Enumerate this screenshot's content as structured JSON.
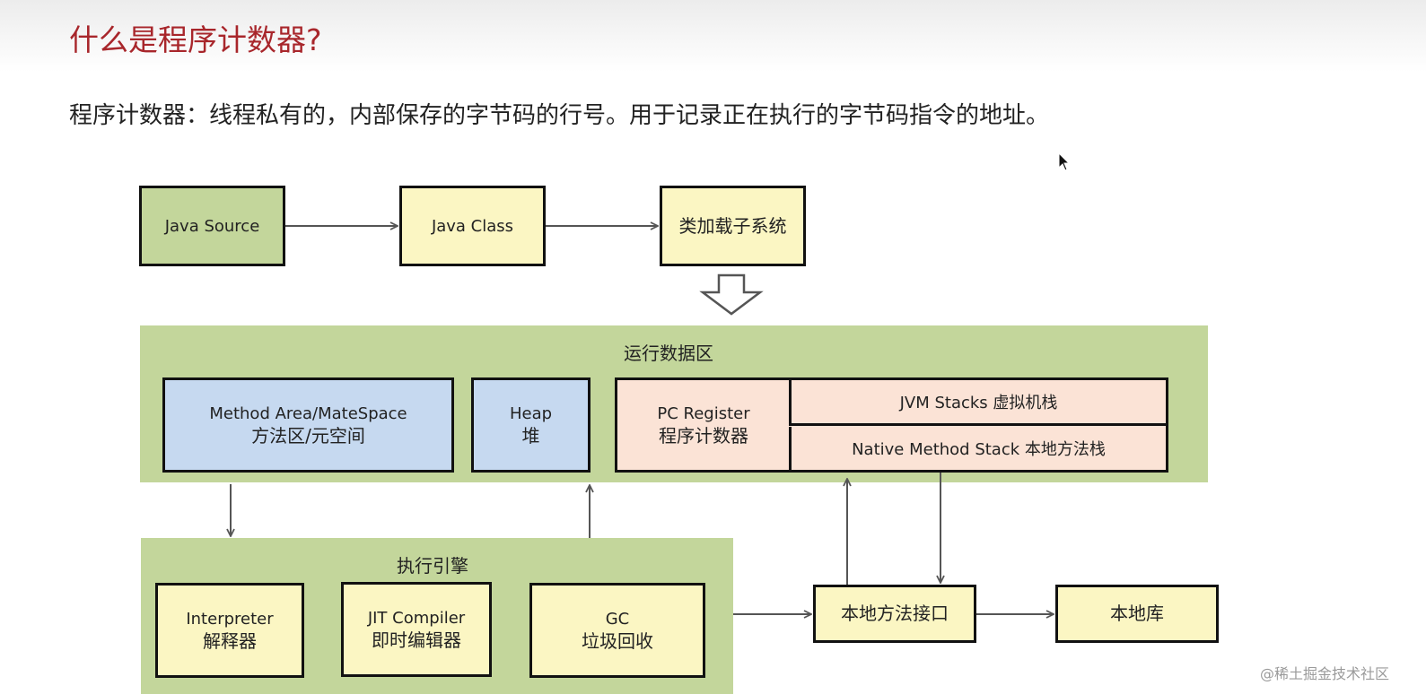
{
  "title": "什么是程序计数器?",
  "subtitle": "程序计数器：线程私有的，内部保存的字节码的行号。用于记录正在执行的字节码指令的地址。",
  "top_row": {
    "java_source": "Java Source",
    "java_class": "Java Class",
    "class_loader": "类加载子系统"
  },
  "runtime_area": {
    "label": "运行数据区",
    "method_area": {
      "line1": "Method Area/MateSpace",
      "line2": "方法区/元空间"
    },
    "heap": {
      "line1": "Heap",
      "line2": "堆"
    },
    "pc_register": {
      "line1": "PC Register",
      "line2": "程序计数器"
    },
    "jvm_stacks": "JVM Stacks 虚拟机栈",
    "native_stack": "Native Method Stack 本地方法栈"
  },
  "execution_engine": {
    "label": "执行引擎",
    "interpreter": {
      "line1": "Interpreter",
      "line2": "解释器"
    },
    "jit": {
      "line1": "JIT Compiler",
      "line2": "即时编辑器"
    },
    "gc": {
      "line1": "GC",
      "line2": "垃圾回收"
    }
  },
  "native_interface": "本地方法接口",
  "native_library": "本地库",
  "watermark": "@稀土掘金技术社区",
  "colors": {
    "title": "#a8262b",
    "green": "#c3d69b",
    "yellow": "#fbf6c3",
    "blue": "#c6d9f0",
    "pink": "#fbe3d6"
  }
}
